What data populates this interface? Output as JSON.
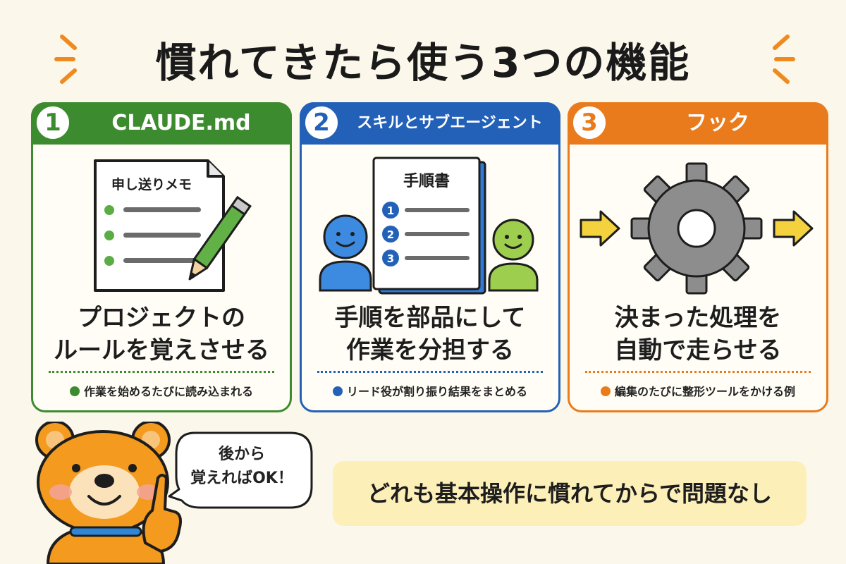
{
  "title": "慣れてきたら使う3つの機能",
  "colors": {
    "green": "#3d8b2f",
    "blue": "#2361b8",
    "orange": "#ea7b1c",
    "background": "#fbf7ea",
    "banner": "#fcefb8"
  },
  "cards": [
    {
      "number": "1",
      "title": "CLAUDE.md",
      "memo_title": "申し送りメモ",
      "main_line1": "プロジェクトの",
      "main_line2": "ルールを覚えさせる",
      "note": "作業を始めるたびに読み込まれる",
      "icons": [
        "memo-icon",
        "pencil-icon"
      ]
    },
    {
      "number": "2",
      "title": "スキルとサブエージェント",
      "doc_title": "手順書",
      "steps": [
        "1",
        "2",
        "3"
      ],
      "main_line1": "手順を部品にして",
      "main_line2": "作業を分担する",
      "note": "リード役が割り振り結果をまとめる",
      "icons": [
        "person-icon",
        "document-icon"
      ]
    },
    {
      "number": "3",
      "title": "フック",
      "main_line1": "決まった処理を",
      "main_line2": "自動で走らせる",
      "note": "編集のたびに整形ツールをかける例",
      "icons": [
        "arrow-right-icon",
        "gear-icon"
      ]
    }
  ],
  "mascot": {
    "speech_line1": "後から",
    "speech_line2": "覚えればOK！",
    "icon": "bear-mascot-icon"
  },
  "banner": "どれも基本操作に慣れてからで問題なし"
}
